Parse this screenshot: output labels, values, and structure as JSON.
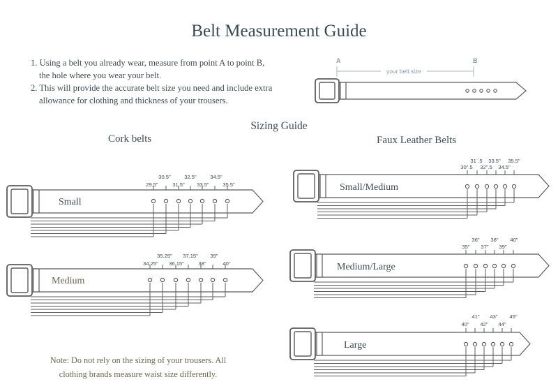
{
  "title": "Belt Measurement Guide",
  "instructions": [
    "1.  Using a belt you already wear, measure from point A to point B,",
    "the hole where you wear your belt.",
    "2.   This will provide the accurate belt size you need and include extra",
    "allowance for clothing and thickness of your trousers."
  ],
  "diagram": {
    "point_a": "A",
    "point_b": "B",
    "size_label": "your belt size"
  },
  "sizing_guide_title": "Sizing Guide",
  "cork": {
    "title": "Cork belts",
    "belts": [
      {
        "label": "Small",
        "upper": [
          "30.5\"",
          "32.5\"",
          "34.5\""
        ],
        "lower": [
          "29.5\"",
          "31.5\"",
          "33.5\"",
          "35.5\""
        ]
      },
      {
        "label": "Medium",
        "upper": [
          "35.25\"",
          "37.15\"",
          "39\""
        ],
        "lower": [
          "34.25\"",
          "36.15\"",
          "38\"",
          "40\""
        ]
      }
    ]
  },
  "faux": {
    "title": "Faux Leather Belts",
    "belts": [
      {
        "label": "Small/Medium",
        "upper": [
          "31`.5",
          "33.5\"",
          "35.5\""
        ],
        "lower": [
          "30\".5",
          "32\".5",
          "34.5\""
        ]
      },
      {
        "label": "Medium/Large",
        "upper": [
          "36\"",
          "38\"",
          "40\""
        ],
        "lower": [
          "35\"",
          "37\"",
          "39\""
        ]
      },
      {
        "label": "Large",
        "upper": [
          "41\"",
          "43\"",
          "45\""
        ],
        "lower": [
          "40\"",
          "42\"",
          "44\""
        ]
      }
    ]
  },
  "note": [
    "Note: Do not rely on the sizing of your trousers. All",
    "clothing brands measure waist size differently."
  ],
  "colors": {
    "line": "#5b5b5b",
    "text": "#3d4a52",
    "note": "#6b6550",
    "label": "#3f4b52"
  }
}
